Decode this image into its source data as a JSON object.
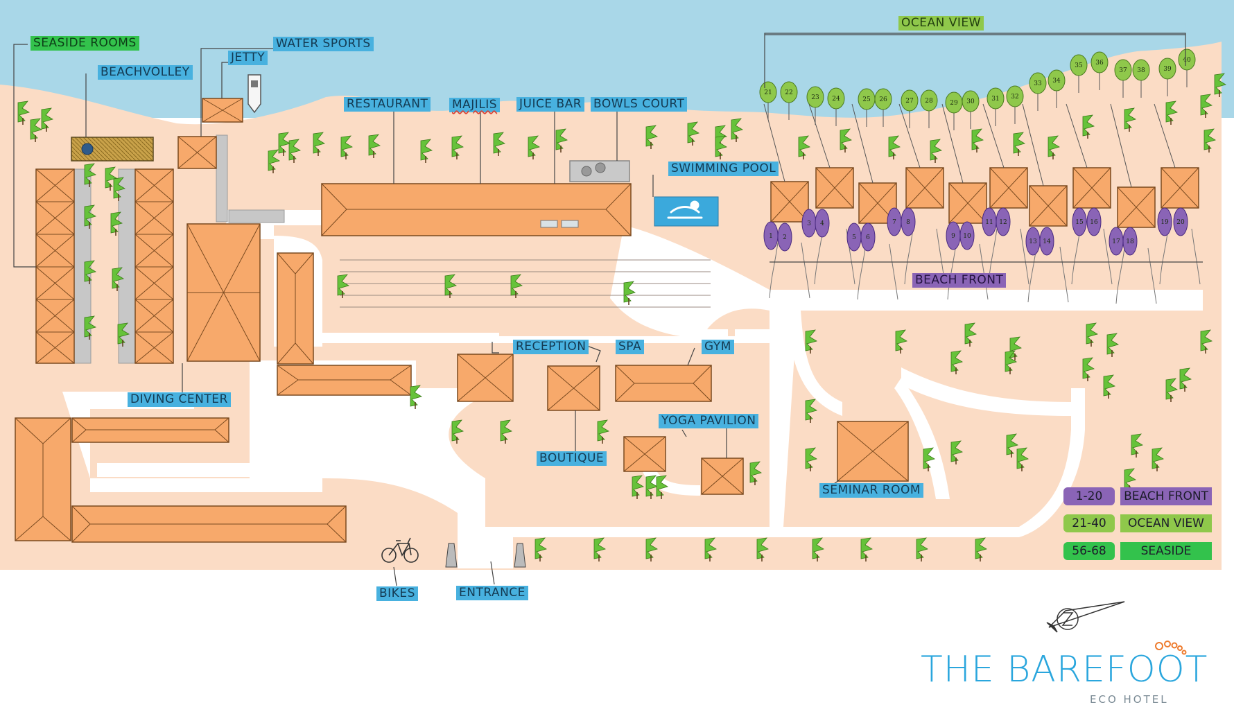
{
  "title": "THE BAREFOOT",
  "subtitle": "ECO HOTEL",
  "colors": {
    "sea": "#a9d7e8",
    "land": "#fbdcc5",
    "path": "#ffffff",
    "building": "#f7a96b",
    "tree": "#66c23a",
    "label_blue": "#48b1df",
    "label_green": "#33c24c",
    "label_olive": "#8fc84b",
    "label_purple": "#8a64b6"
  },
  "labels": {
    "seaside_rooms": "SEASIDE ROOMS",
    "water_sports": "WATER SPORTS",
    "jetty": "JETTY",
    "beachvolley": "BEACHVOLLEY",
    "restaurant": "RESTAURANT",
    "majilis": "MAJILIS",
    "juice_bar": "JUICE BAR",
    "bowls_court": "BOWLS COURT",
    "swimming_pool": "SWIMMING POOL",
    "ocean_view": "OCEAN VIEW",
    "beach_front": "BEACH FRONT",
    "reception": "RECEPTION",
    "spa": "SPA",
    "gym": "GYM",
    "diving_center": "DIVING CENTER",
    "boutique": "BOUTIQUE",
    "yoga_pavilion": "YOGA PAVILION",
    "seminar_room": "SEMINAR ROOM",
    "bikes": "BIKES",
    "entrance": "ENTRANCE"
  },
  "legend": [
    {
      "code": "1-20",
      "name": "BEACH FRONT",
      "color": "#8a64b6"
    },
    {
      "code": "21-40",
      "name": "OCEAN VIEW",
      "color": "#8fc84b"
    },
    {
      "code": "56-68",
      "name": "SEASIDE",
      "color": "#33c24c"
    }
  ],
  "ocean_view_villas": [
    "21",
    "22",
    "23",
    "24",
    "25",
    "26",
    "27",
    "28",
    "29",
    "30",
    "31",
    "32",
    "33",
    "34",
    "35",
    "36",
    "37",
    "38",
    "39",
    "40"
  ],
  "beach_front_villas": [
    "1",
    "2",
    "3",
    "4",
    "5",
    "6",
    "7",
    "8",
    "9",
    "10",
    "11",
    "12",
    "13",
    "14",
    "15",
    "16",
    "17",
    "18",
    "19",
    "20"
  ],
  "icons": {
    "compass": "compass-icon",
    "bike": "bike-icon",
    "boat": "boat-icon",
    "palm": "palm-tree-icon",
    "pool": "swimmer-icon",
    "footprint": "footprint-icon"
  }
}
